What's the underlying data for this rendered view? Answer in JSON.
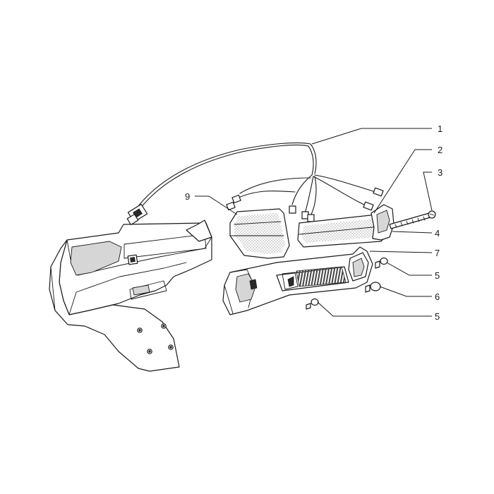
{
  "diagram": {
    "callouts": [
      {
        "id": "c1",
        "label": "1"
      },
      {
        "id": "c2",
        "label": "2"
      },
      {
        "id": "c3",
        "label": "3"
      },
      {
        "id": "c4",
        "label": "4"
      },
      {
        "id": "c5a",
        "label": "5"
      },
      {
        "id": "c6",
        "label": "6"
      },
      {
        "id": "c5b",
        "label": "5"
      },
      {
        "id": "c7",
        "label": "7"
      },
      {
        "id": "c9",
        "label": "9"
      }
    ]
  }
}
